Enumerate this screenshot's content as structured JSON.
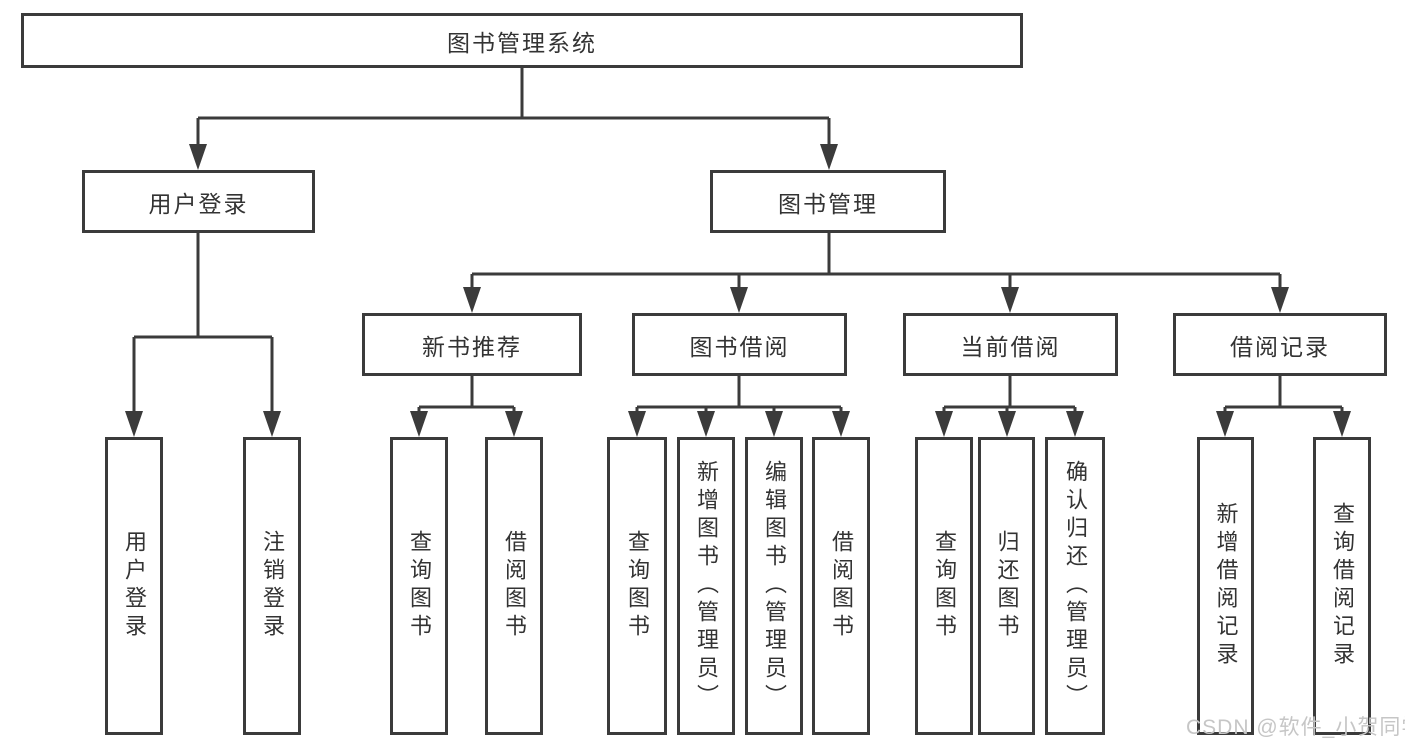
{
  "diagram_title": "图书管理系统",
  "watermark": "CSDN @软件_小贺同学",
  "colors": {
    "line": "#3b3b3b",
    "text": "#333333",
    "watermark": "#c6c6c6",
    "background": "#ffffff"
  },
  "nodes": {
    "root": "图书管理系统",
    "user_login": "用户登录",
    "book_mgmt": "图书管理",
    "new_books": "新书推荐",
    "book_borrow": "图书借阅",
    "current_borrow": "当前借阅",
    "borrow_records": "借阅记录",
    "leaf_user_login": "用户登录",
    "leaf_logout": "注销登录",
    "leaf_new_query": "查询图书",
    "leaf_new_borrow": "借阅图书",
    "leaf_bb_query": "查询图书",
    "leaf_bb_add": "新增图书（管理员）",
    "leaf_bb_edit": "编辑图书（管理员）",
    "leaf_bb_borrow": "借阅图书",
    "leaf_cb_query": "查询图书",
    "leaf_cb_return": "归还图书",
    "leaf_cb_confirm": "确认归还（管理员）",
    "leaf_br_add": "新增借阅记录",
    "leaf_br_query": "查询借阅记录"
  },
  "hierarchy": {
    "图书管理系统": {
      "用户登录": [
        "用户登录",
        "注销登录"
      ],
      "图书管理": {
        "新书推荐": [
          "查询图书",
          "借阅图书"
        ],
        "图书借阅": [
          "查询图书",
          "新增图书（管理员）",
          "编辑图书（管理员）",
          "借阅图书"
        ],
        "当前借阅": [
          "查询图书",
          "归还图书",
          "确认归还（管理员）"
        ],
        "借阅记录": [
          "新增借阅记录",
          "查询借阅记录"
        ]
      }
    }
  }
}
